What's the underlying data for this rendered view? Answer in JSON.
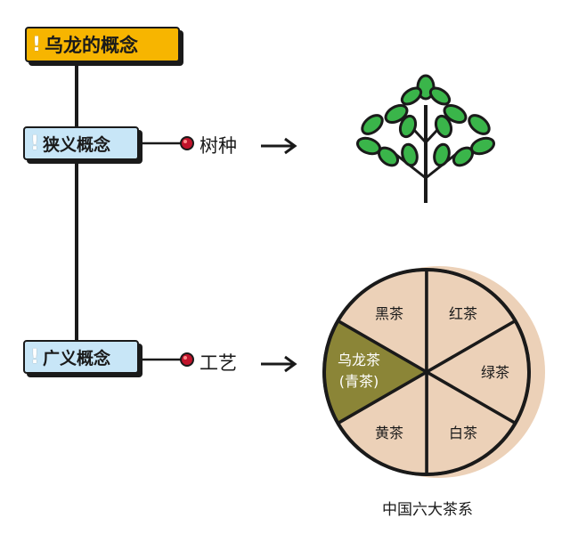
{
  "title": "乌龙的概念",
  "narrow": {
    "label": "狭义概念",
    "target": "树种"
  },
  "broad": {
    "label": "广义概念",
    "target": "工艺"
  },
  "pie": {
    "slices": [
      {
        "label": "黑茶",
        "highlight": false
      },
      {
        "label": "红茶",
        "highlight": false
      },
      {
        "label": "绿茶",
        "highlight": false
      },
      {
        "label": "白茶",
        "highlight": false
      },
      {
        "label": "黄茶",
        "highlight": false
      },
      {
        "label": "乌龙茶",
        "sublabel": "(青茶)",
        "highlight": true
      }
    ],
    "caption": "中国六大茶系",
    "colors": {
      "slice": "#ecd1b8",
      "highlight": "#8b8537",
      "outline": "#1a1a1a",
      "shadow": "#ecd1b8"
    }
  },
  "colors": {
    "title_bg": "#f7b500",
    "box_bg": "#c8e6f7",
    "leaf": "#3ab54a",
    "dot": "#c0142b"
  },
  "icons": {
    "tree": "tree-icon",
    "arrow": "arrow-right-icon",
    "bullet": "red-dot-icon"
  }
}
